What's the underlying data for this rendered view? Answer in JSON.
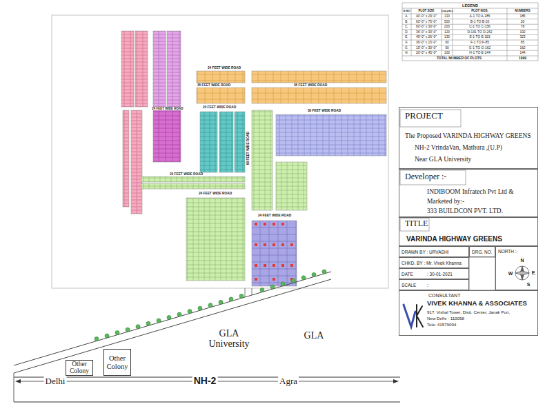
{
  "diagram": {
    "nodes": [
      {
        "text": [
          "PROJECT",
          "The Proposed VARINDA HIGHWAY GREENS",
          "NH-2 VrindaVan, Mathura ,(U.P)",
          "Near GLA University"
        ]
      },
      {
        "text": [
          "Developer :-",
          "INDIBOOM Infratech Pvt Ltd &",
          "Marketed by:-",
          "333 BUILDCON PVT. LTD."
        ]
      },
      {
        "text": [
          "TITLE",
          "VARINDA HIGHWAY GREENS"
        ]
      },
      {
        "text": [
          "DRAWN BY : URVASHI"
        ]
      },
      {
        "text": [
          "DRG. NO."
        ]
      },
      {
        "text": [
          "NORTH :-"
        ]
      },
      {
        "text": [
          "CHKD. BY : Mr. Vivek Khanna"
        ]
      },
      {
        "text": [
          "DATE",
          ": 30-01-2021"
        ]
      },
      {
        "text": [
          "SCALE",
          ":"
        ]
      },
      {
        "text": [
          "CONSULTANT",
          "VIVEK KHANNA & ASSOCIATES",
          "917, Vishal Tower, Distt. Center, Janak Puri,",
          "New Delhi - 110058",
          "Tele: 41579094"
        ]
      },
      {
        "text": [
          "Other Colony"
        ]
      },
      {
        "text": [
          "Other Colony"
        ]
      }
    ],
    "labels": [
      "LEGEND",
      "S.NO",
      "PLOT SIZE",
      "(sq.yds.)",
      "PLOT NOS.",
      "NUMBERS",
      "A.",
      "40'-0\" x 29'-0\"",
      "130",
      "A-1 TO A-185",
      "185",
      "B.",
      "60'-0\" x 75'-0\"",
      "500",
      "B-1 TO B-20",
      "20",
      "C.",
      "60'-0\" x 30'-0\"",
      "200",
      "C-1 TO C-156",
      "78",
      "D.",
      "36'-0\" x 30'-0\"",
      "120",
      "D-131 TO D-242",
      "102",
      "E.",
      "45'-0\" x 26'-0\"",
      "130",
      "E-1 TO E-323",
      "323",
      "F.",
      "36'-0\" x 15'-0\"",
      "60",
      "F-1 TO F-85",
      "85",
      "G.",
      "15'-0\" x 30'-0\"",
      "50",
      "G-1 TO G-162",
      "162",
      "H.",
      "20'-0\" x 45'-0\"",
      "100",
      "H-1 TO E-144",
      "144",
      "TOTAL NUMBER OF PLOTS",
      "1099",
      "N",
      "E",
      "S",
      "W",
      "GLA University",
      "GLA",
      "Delhi",
      "NH-2",
      "Agra",
      "24 FEET WIDE ROAD",
      "35 FEET WIDE ROAD",
      "35 FEET WIDE ROAD",
      "24 FEET WIDE ROAD",
      "30 FEET WIDE ROAD",
      "24 FEET WIDE ROAD",
      "24 FEET WIDE ROAD",
      "24 FEET WIDE ROAD",
      "24 FEET WIDE ROAD",
      "60 FEET WIDE ROAD"
    ]
  }
}
